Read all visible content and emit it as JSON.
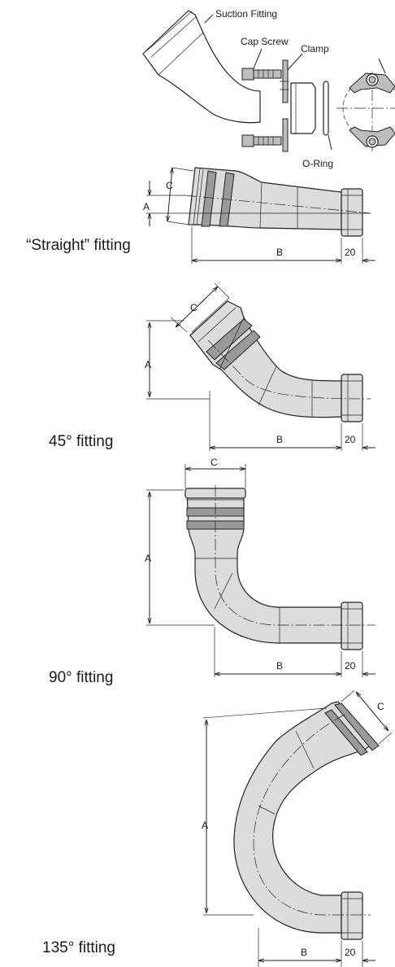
{
  "parts": {
    "suction_fitting": "Suction Fitting",
    "cap_screw": "Cap Screw",
    "clamp": "Clamp",
    "o_ring": "O-Ring"
  },
  "dimensions": {
    "a": "A",
    "b": "B",
    "c": "C",
    "twenty": "20"
  },
  "fittings": {
    "straight": "“Straight” fitting",
    "deg45": "45° fitting",
    "deg90": "90° fitting",
    "deg135": "135° fitting"
  },
  "colors": {
    "pipe": "#dcdcdc",
    "band": "#9a9a9a",
    "line": "#222222"
  }
}
